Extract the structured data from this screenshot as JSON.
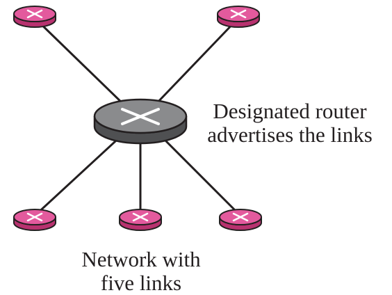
{
  "designated_router_caption": {
    "line1": "Designated router",
    "line2": "advertises the links"
  },
  "network_caption": {
    "line1": "Network with",
    "line2": "five links"
  },
  "colors": {
    "edge_router_top": "#e35a9d",
    "edge_router_side": "#b8326f",
    "designated_router_top": "#8a8b8d",
    "designated_router_side": "#4f5052",
    "link": "#231f20",
    "router_outline": "#231f20",
    "router_cross": "#ffffff",
    "text": "#231f20"
  }
}
